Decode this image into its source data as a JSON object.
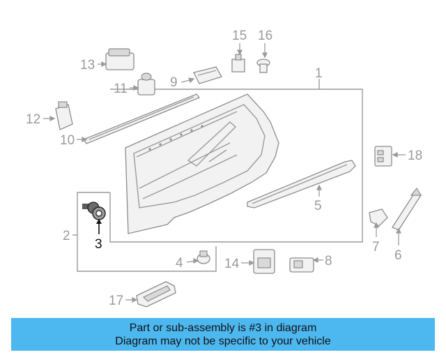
{
  "callouts": {
    "c1": "1",
    "c2": "2",
    "c3": "3",
    "c4": "4",
    "c5": "5",
    "c6": "6",
    "c7": "7",
    "c8": "8",
    "c9": "9",
    "c10": "10",
    "c11": "11",
    "c12": "12",
    "c13": "13",
    "c14": "14",
    "c15": "15",
    "c16": "16",
    "c17": "17",
    "c18": "18"
  },
  "highlighted_part": "3",
  "colors": {
    "banner": "#4db8f0",
    "callout_text": "#9a9a9a",
    "highlight_text": "#111111"
  },
  "banner": {
    "line1": "Part or sub-assembly is #3 in diagram",
    "line2": "Diagram may not be specific to your vehicle"
  }
}
